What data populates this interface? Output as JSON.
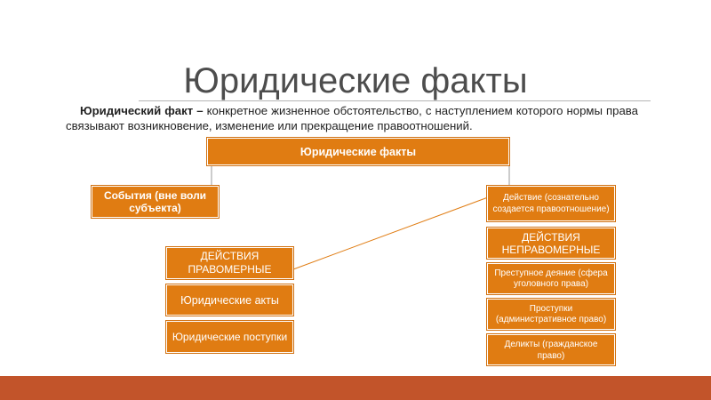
{
  "title": "Юридические факты",
  "definition": {
    "term": "Юридический факт –",
    "text": " конкретное жизненное обстоятельство, с наступлением которого нормы права связывают возникновение, изменение или прекращение правоотношений."
  },
  "diagram": {
    "root": "Юридические факты",
    "events": "События (вне воли субъекта)",
    "action": "Действие (сознательно создается правоотношение)",
    "lawful": "ДЕЙСТВИЯ ПРАВОМЕРНЫЕ",
    "legal_acts": "Юридические акты",
    "legal_deeds": "Юридические поступки",
    "unlawful": "ДЕЙСТВИЯ НЕПРАВОМЕРНЫЕ",
    "crime": "Преступное деяние (сфера уголовного права)",
    "misdemeanor": "Проступки (административное право)",
    "delicts": "Деликты (гражданское право)"
  },
  "colors": {
    "box_fill": "#e07c12",
    "footer": "#c2542a",
    "title_text": "#4d4d4d"
  }
}
